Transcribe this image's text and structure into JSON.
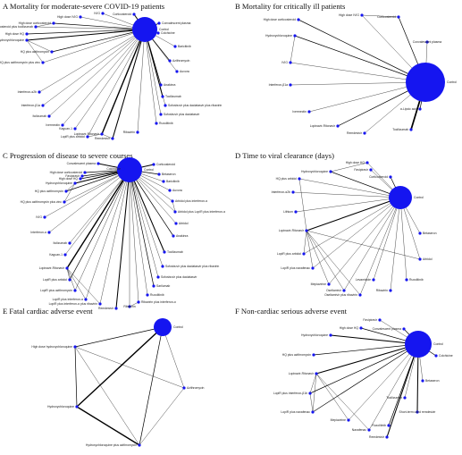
{
  "panels": [
    {
      "id": "A",
      "title": "A Mortality for moderate-severe COVID-19 patients",
      "nodes": [
        {
          "label": "Control",
          "hub": true
        },
        {
          "label": "Convalescent plasma"
        },
        {
          "label": "Corticosteroid"
        },
        {
          "label": "Colchicine"
        },
        {
          "label": "Baricitinib"
        },
        {
          "label": "Azithromycin"
        },
        {
          "label": "Auxora"
        },
        {
          "label": "Anakinra"
        },
        {
          "label": "Tocilizumab"
        },
        {
          "label": "Sofosbuvir plus daclatasvir plus ribavirin"
        },
        {
          "label": "Sofosbuvir plus daclatasvir"
        },
        {
          "label": "Ruxolitinib"
        },
        {
          "label": "Ribavirin"
        },
        {
          "label": "Remdesivir"
        },
        {
          "label": "Lopinavir-Ritonavir"
        },
        {
          "label": "LopiR plus arbidol"
        },
        {
          "label": "Kaguan-1"
        },
        {
          "label": "Ivermectin"
        },
        {
          "label": "Itolizumab"
        },
        {
          "label": "Interferon-β1a"
        },
        {
          "label": "Interferon-α2b"
        },
        {
          "label": "HQ plus azithromycin plus zinc"
        },
        {
          "label": "HQ plus azithromycin"
        },
        {
          "label": "Hydroxychloroquine"
        },
        {
          "label": "High dose HQ"
        },
        {
          "label": "High dose corticosteroid plus tocilizumab"
        },
        {
          "label": "High dose corticosteroid"
        },
        {
          "label": "High dose IVIG"
        },
        {
          "label": "IVIG"
        }
      ]
    },
    {
      "id": "B",
      "title": "B Mortality for critically ill patients",
      "nodes": [
        {
          "label": "Control",
          "hub": true
        },
        {
          "label": "High dose corticosteroid"
        },
        {
          "label": "High dose IVIG"
        },
        {
          "label": "Corticosteroid"
        },
        {
          "label": "Convalescent plasma"
        },
        {
          "label": "Hydroxychloroquine"
        },
        {
          "label": "IVIG"
        },
        {
          "label": "Interferon-β1a"
        },
        {
          "label": "Ivermectin"
        },
        {
          "label": "Lopinavir-Ritonavir"
        },
        {
          "label": "Remdesivir"
        },
        {
          "label": "Tocilizumab"
        },
        {
          "label": "α-Lipoic acid"
        }
      ]
    },
    {
      "id": "C",
      "title": "C Progression of disease to severe courses",
      "nodes": [
        {
          "label": "Control",
          "hub": true
        },
        {
          "label": "Convalescent plasma"
        },
        {
          "label": "Colchicine"
        },
        {
          "label": "Corticosteroid"
        },
        {
          "label": "Favipiravir"
        },
        {
          "label": "Betaseron"
        },
        {
          "label": "Baricitinib"
        },
        {
          "label": "Auxora"
        },
        {
          "label": "Arbidol plus interferon-α"
        },
        {
          "label": "Arbidol plus LopiR plus interferon-α"
        },
        {
          "label": "Arbidol"
        },
        {
          "label": "Anakinra"
        },
        {
          "label": "Tocilizumab"
        },
        {
          "label": "Sofosbuvir plus daclatasvir plus ribavirin"
        },
        {
          "label": "Sofosbuvir plus daclatasvir"
        },
        {
          "label": "Sarilumab"
        },
        {
          "label": "Ruxolitinib"
        },
        {
          "label": "Ribavirin plus interferon-α"
        },
        {
          "label": "Ribavirin"
        },
        {
          "label": "Remdesivir"
        },
        {
          "label": "LopiR plus interferon-α plus ribavirin"
        },
        {
          "label": "LopiR plus interferon-α"
        },
        {
          "label": "LopiR plus azithromycin"
        },
        {
          "label": "LopiR plus arbidol"
        },
        {
          "label": "Lopinavir-Ritonavir"
        },
        {
          "label": "Kaguan-1"
        },
        {
          "label": "Itolizumab"
        },
        {
          "label": "Interferon-α"
        },
        {
          "label": "IVIG"
        },
        {
          "label": "HQ plus azithromycin plus zinc"
        },
        {
          "label": "HQ plus azithromycin"
        },
        {
          "label": "Hydroxychloroquine"
        },
        {
          "label": "High dose HQ"
        },
        {
          "label": "High dose corticosteroid"
        }
      ]
    },
    {
      "id": "D",
      "title": "D Time to viral clearance (days)",
      "nodes": [
        {
          "label": "Control",
          "hub": true
        },
        {
          "label": "Favipiravir"
        },
        {
          "label": "Corticosteroid"
        },
        {
          "label": "Betaseron"
        },
        {
          "label": "Arbidol"
        },
        {
          "label": "Levamisole"
        },
        {
          "label": "Ruxolitinib"
        },
        {
          "label": "Ribavirin"
        },
        {
          "label": "Oseltamivir plus ribavirin"
        },
        {
          "label": "Oseltamivir"
        },
        {
          "label": "Mepiavirine"
        },
        {
          "label": "LopiR plus navafenac"
        },
        {
          "label": "LopiR plus arbidol"
        },
        {
          "label": "Lopinavir-Ritonavir"
        },
        {
          "label": "Lithium"
        },
        {
          "label": "Interferon-α2b"
        },
        {
          "label": "HQ plus arbidol"
        },
        {
          "label": "Hydroxychloroquine"
        },
        {
          "label": "High dose HQ"
        }
      ]
    },
    {
      "id": "E",
      "title": "E Fatal cardiac adverse event",
      "nodes": [
        {
          "label": "Control",
          "hub": true
        },
        {
          "label": "High dose hydroxychloroquine"
        },
        {
          "label": "Azithromycin"
        },
        {
          "label": "Hydroxychloroquine"
        },
        {
          "label": "Hydroxychloroquine plus azithromycin"
        }
      ]
    },
    {
      "id": "F",
      "title": "F Non-cardiac serious adverse event",
      "nodes": [
        {
          "label": "Control",
          "hub": true
        },
        {
          "label": "High dose HQ"
        },
        {
          "label": "Favipiravir"
        },
        {
          "label": "Convalescent plasma"
        },
        {
          "label": "Hydroxychloroquine"
        },
        {
          "label": "HQ plus azithromycin"
        },
        {
          "label": "Colchicine"
        },
        {
          "label": "Lopinavir-Ritonavir"
        },
        {
          "label": "Betaseron"
        },
        {
          "label": "LopiR plus interferon-β1b"
        },
        {
          "label": "Tocilizumab"
        },
        {
          "label": "LopiR plus navafenac"
        },
        {
          "label": "Short-term used remdesivir"
        },
        {
          "label": "Mepiavirine"
        },
        {
          "label": "Ruxolitinib"
        },
        {
          "label": "Navafenac"
        },
        {
          "label": "Remdesivir"
        }
      ]
    }
  ],
  "colors": {
    "node": "#1515f0",
    "edge": "#000000"
  }
}
